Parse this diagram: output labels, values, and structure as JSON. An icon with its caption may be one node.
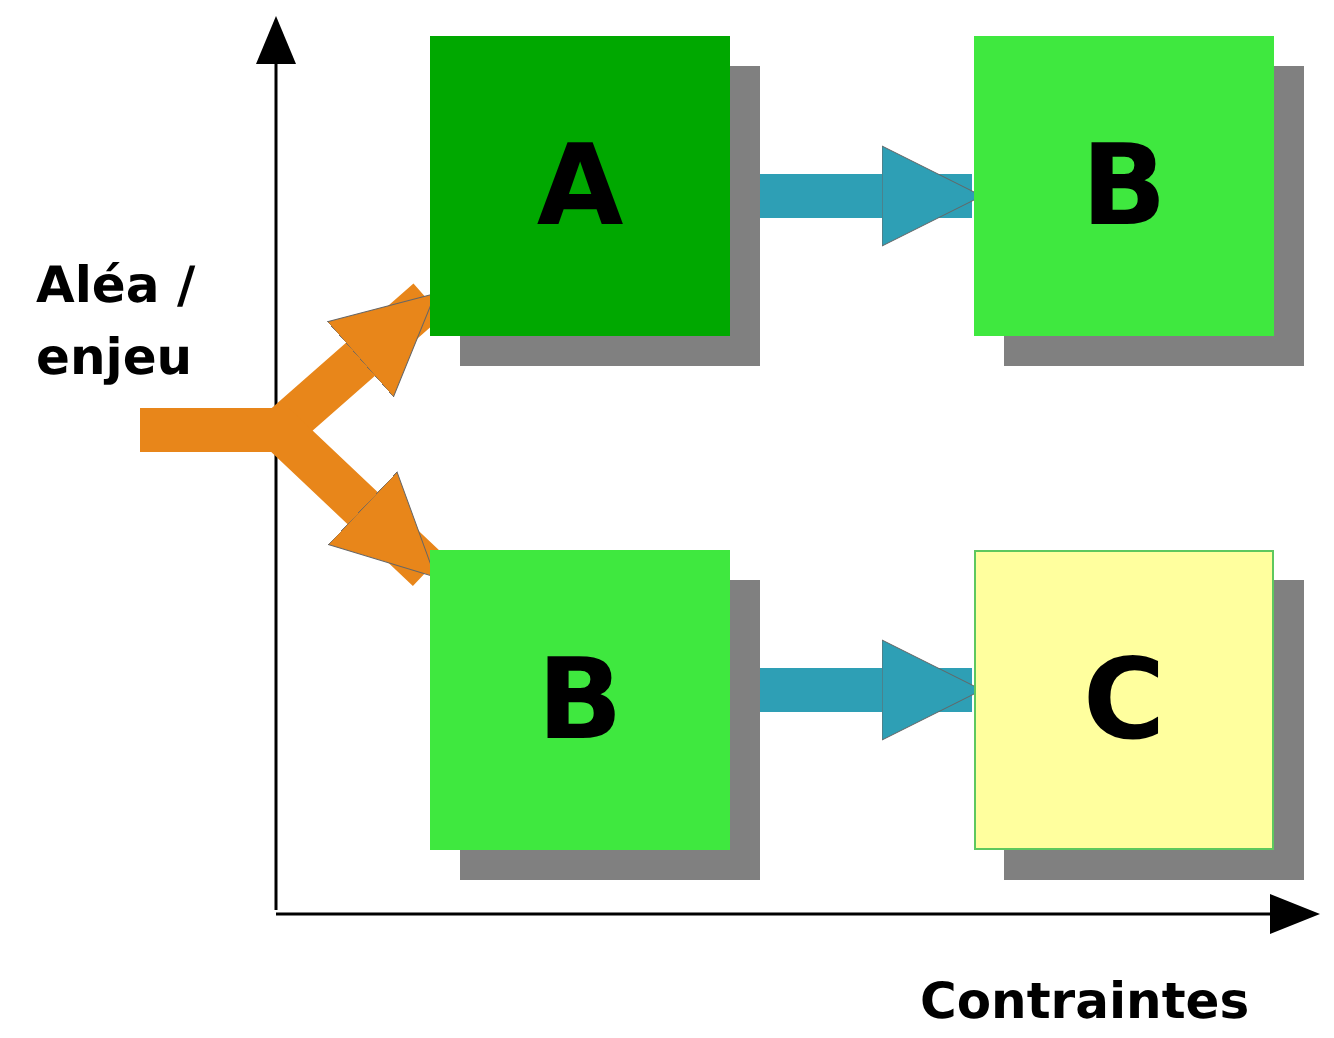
{
  "diagram": {
    "nodes": [
      {
        "text": [
          "Aléa / enjeu"
        ]
      },
      {
        "text": [
          "A"
        ]
      },
      {
        "text": [
          "B"
        ]
      },
      {
        "text": [
          "B"
        ]
      },
      {
        "text": [
          "C"
        ]
      }
    ],
    "edges": [
      {
        "from": 0,
        "to": 1,
        "arrow": "to",
        "color": "#e8861a"
      },
      {
        "from": 0,
        "to": 3,
        "arrow": "to",
        "color": "#e8861a"
      },
      {
        "from": 1,
        "to": 2,
        "arrow": "to",
        "color": "#2e9fb5"
      },
      {
        "from": 3,
        "to": 4,
        "arrow": "to",
        "color": "#2e9fb5"
      }
    ],
    "labels": [
      "Contraintes"
    ]
  }
}
